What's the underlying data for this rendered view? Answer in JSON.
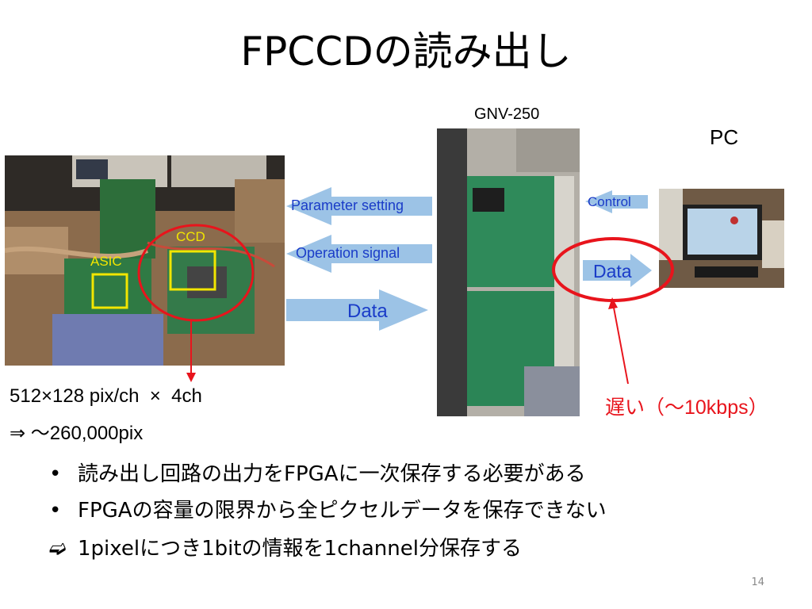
{
  "slide": {
    "title": "FPCCDの読み出し",
    "page_number": "14"
  },
  "labels": {
    "gnv": "GNV-250",
    "pc": "PC",
    "ccd": "CCD",
    "asic": "ASIC",
    "pixels_line1": "512×128 pix/ch  ×  4ch",
    "pixels_line2": "⇒ 〜260,000pix",
    "slow": "遅い（〜10kbps）"
  },
  "arrows": {
    "parameter_setting": "Parameter setting",
    "operation_signal": "Operation signal",
    "data_left": "Data",
    "control": "Control",
    "data_right": "Data"
  },
  "bullets": [
    {
      "marker": "•",
      "text": "読み出し回路の出力をFPGAに一次保存する必要がある"
    },
    {
      "marker": "•",
      "text": "FPGAの容量の限界から全ピクセルデータを保存できない"
    },
    {
      "marker": "➫",
      "text": "1pixelにつき1bitの情報を1channel分保存する"
    }
  ],
  "colors": {
    "arrow_fill": "#9cc3e6",
    "arrow_text": "#1a3cc8",
    "highlight_red": "#e8141c",
    "box_yellow": "#f2e600"
  }
}
